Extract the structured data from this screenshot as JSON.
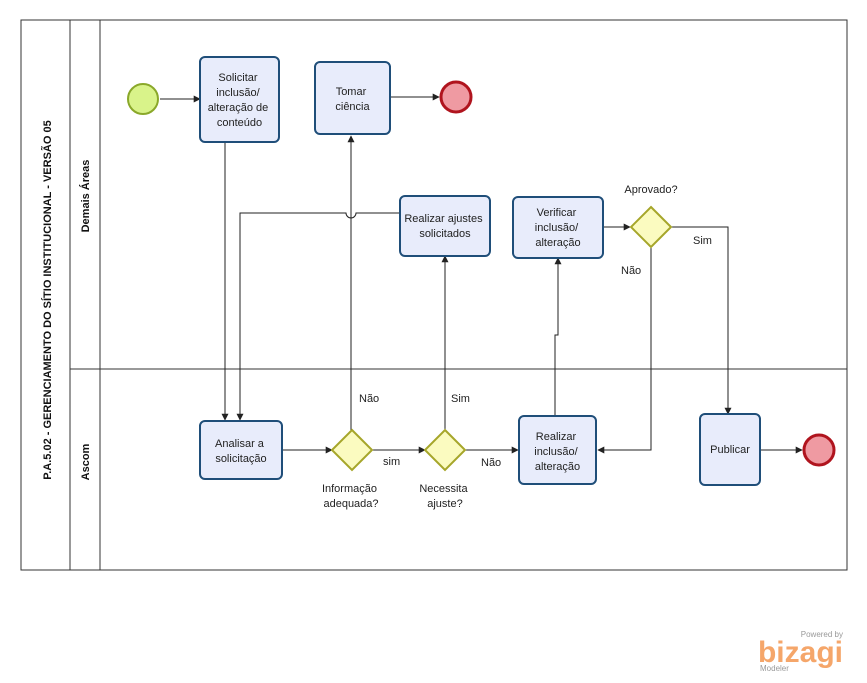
{
  "pool": {
    "title": "P.A.5.02 - GERENCIAMENTO DO SÍTIO INSTITUCIONAL - VERSÃO 05"
  },
  "lanes": {
    "top": "Demais Áreas",
    "bottom": "Ascom"
  },
  "tasks": {
    "solicitar": [
      "Solicitar",
      "inclusão/",
      "alteração de",
      "conteúdo"
    ],
    "tomar": [
      "Tomar",
      "ciência"
    ],
    "ajustes": [
      "Realizar ajustes",
      "solicitados"
    ],
    "verificar": [
      "Verificar",
      "inclusão/",
      "alteração"
    ],
    "analisar": [
      "Analisar a",
      "solicitação"
    ],
    "realizar": [
      "Realizar",
      "inclusão/",
      "alteração"
    ],
    "publicar": [
      "Publicar"
    ]
  },
  "gateways": {
    "informacao": [
      "Informação",
      "adequada?"
    ],
    "necessita": [
      "Necessita",
      "ajuste?"
    ],
    "aprovado": [
      "Aprovado?"
    ]
  },
  "flow_labels": {
    "nao_info": "Não",
    "sim_info": "sim",
    "sim_ajuste": "Sim",
    "nao_ajuste": "Não",
    "sim_aprovado": "Sim",
    "nao_aprovado": "Não"
  },
  "branding": {
    "powered": "Powered by",
    "name": "bizagi",
    "product": "Modeler"
  },
  "colors": {
    "task_fill": "#e8ecfb",
    "task_stroke": "#1f4e79",
    "gateway_fill": "#fbfbc0",
    "gateway_stroke": "#a6a62a",
    "start_fill": "#d9f38a",
    "start_stroke": "#8aa82a",
    "end_fill": "#ef9aa2",
    "end_stroke": "#b0141e",
    "brand": "#f5a66a"
  }
}
